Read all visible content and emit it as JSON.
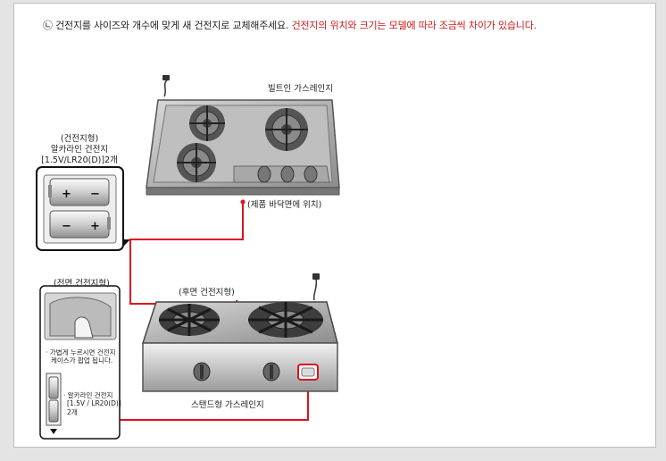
{
  "instruction": {
    "marker": "㉡",
    "text_main": "건전지를 사이즈와 개수에 맞게 새 건전지로 교체해주세요.",
    "text_note": "건전지의 위치와 크기는 모델에 따라 조금씩 차이가 있습니다."
  },
  "builtin": {
    "title": "빌트인 가스레인지",
    "location_label": "(제품 바닥면에 위치)"
  },
  "battery_callout": {
    "line1": "(건전지형)",
    "line2": "알카라인 건전지",
    "line3": "[1.5V/LR20(D)]2개",
    "plus": "+",
    "minus": "−"
  },
  "standing": {
    "title": "스탠드형 가스레인지",
    "rear_label": "(후면 건전지형)"
  },
  "front_callout": {
    "title": "(전면 건전지형)",
    "note_line1": "· 가볍게 누르시면 건전지",
    "note_line2": "케이스가 팝업 됩니다.",
    "battery_line1": "· 알카라인 건전지",
    "battery_line2": "[1.5V / LR20(D)]",
    "battery_line3": "2개"
  },
  "colors": {
    "line": "#e0101e",
    "text_note": "#d0191b"
  }
}
